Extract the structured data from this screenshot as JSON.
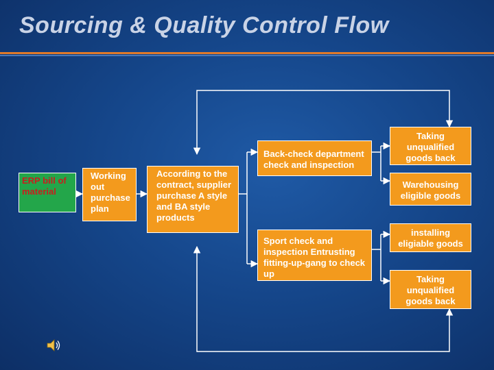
{
  "title": "Sourcing & Quality Control Flow",
  "boxes": {
    "erp": "ERP bill of material",
    "plan": "Working out purchase plan",
    "contract": "According to the contract, supplier purchase A style and BA style products",
    "backcheck": "Back-check department check and inspection",
    "sport": "Sport check and inspection Entrusting fitting-up-gang to check up",
    "taking_back_top": "Taking unqualified goods back",
    "warehousing": "Warehousing eligible goods",
    "installing": "installing eligiable goods",
    "taking_back_bottom": "Taking unqualified goods back"
  },
  "colors": {
    "box_fill": "#f39a1d",
    "erp_fill": "#23a64a",
    "erp_text": "#c81e1e",
    "title_text": "#c9d3e6",
    "rule": "#e07a2a"
  },
  "icons": [
    "speaker-icon"
  ]
}
